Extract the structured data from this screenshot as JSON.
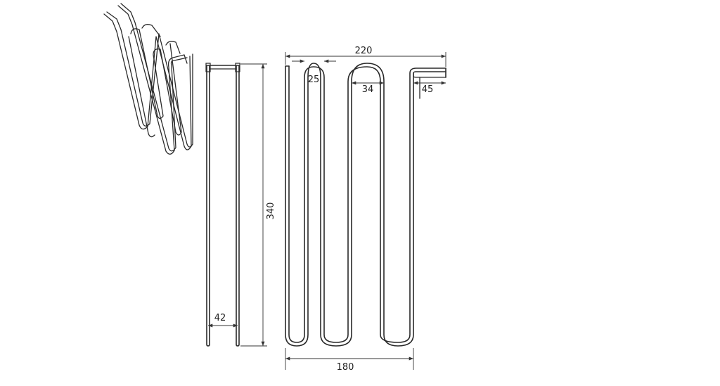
{
  "dimensions": {
    "overall_width": "220",
    "inner_loop": "25",
    "outer_loop": "34",
    "terminal_offset": "45",
    "height": "340",
    "side_width": "42",
    "bottom_width": "180"
  },
  "colors": {
    "line": "#2a2a2a",
    "background": "#ffffff"
  }
}
